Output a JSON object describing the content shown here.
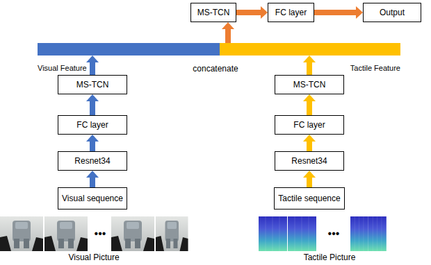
{
  "diagram": {
    "nodes": [
      {
        "text": [
          "MS-TCN"
        ]
      },
      {
        "text": [
          "FC layer"
        ]
      },
      {
        "text": [
          "Output"
        ]
      },
      {
        "text": [
          "Visual Feature"
        ]
      },
      {
        "text": [
          "Tactile Feature"
        ]
      },
      {
        "text": [
          "MS-TCN"
        ]
      },
      {
        "text": [
          "MS-TCN"
        ]
      },
      {
        "text": [
          "FC layer"
        ]
      },
      {
        "text": [
          "FC layer"
        ]
      },
      {
        "text": [
          "Resnet34"
        ]
      },
      {
        "text": [
          "Resnet34"
        ]
      },
      {
        "text": [
          "Visual sequence"
        ]
      },
      {
        "text": [
          "Tactile sequence"
        ]
      }
    ],
    "edges": [
      {
        "from": 0,
        "to": 1,
        "arrow": "to"
      },
      {
        "from": 1,
        "to": 2,
        "arrow": "to"
      },
      {
        "from": 4,
        "to": 0,
        "arrow": "to"
      },
      {
        "from": 5,
        "to": 3,
        "arrow": "to"
      },
      {
        "from": 6,
        "to": 4,
        "arrow": "to"
      },
      {
        "from": 7,
        "to": 5,
        "arrow": "to"
      },
      {
        "from": 8,
        "to": 6,
        "arrow": "to"
      },
      {
        "from": 9,
        "to": 7,
        "arrow": "to"
      },
      {
        "from": 10,
        "to": 8,
        "arrow": "to"
      },
      {
        "from": 11,
        "to": 9,
        "arrow": "to"
      },
      {
        "from": 12,
        "to": 10,
        "arrow": "to"
      }
    ],
    "labels": [
      "concatenate",
      "•••",
      "•••",
      "Visual Picture",
      "Tactile Picture"
    ]
  }
}
